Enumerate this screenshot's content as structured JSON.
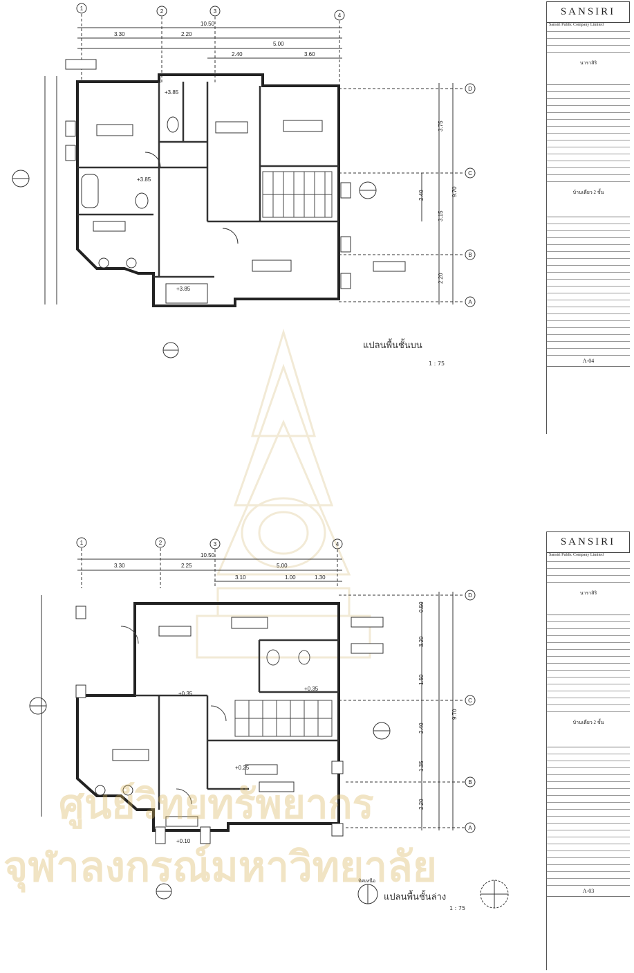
{
  "watermarks": {
    "center_text": "ศูนย์วิทยทรัพยากร",
    "university_text": "จุฬาลงกรณ์มหาวิทยาลัย"
  },
  "upper_sheet": {
    "title": "แปลนพื้นชั้นบน",
    "scale": "1 : 75",
    "grid_axes_x": [
      "1",
      "2",
      "3",
      "4"
    ],
    "grid_axes_y": [
      "D",
      "C",
      "B",
      "A"
    ],
    "dims_top": [
      "3.30",
      "2.20",
      "5.00",
      "10.50",
      "2.40",
      "3.60"
    ],
    "dims_right": [
      "3.75",
      "2.40",
      "3.15",
      "2.20",
      "9.70"
    ],
    "level_marks": [
      "+3.85",
      "+3.85",
      "+3.85"
    ],
    "title_block": {
      "brand": "SANSIRI",
      "company": "Sansiri Public Company Limited",
      "owner": "นาราสิริ",
      "project": "บ้านเดี่ยว 2 ชั้น",
      "sheet_no": "A-04"
    }
  },
  "lower_sheet": {
    "title": "แปลนพื้นชั้นล่าง",
    "scale": "1 : 75",
    "grid_axes_x": [
      "1",
      "2",
      "3",
      "4"
    ],
    "grid_axes_y": [
      "D",
      "C",
      "B",
      "A"
    ],
    "dims_top": [
      "3.30",
      "2.25",
      "5.00",
      "3.10",
      "1.00",
      "1.30",
      "10.50"
    ],
    "dims_right": [
      "0.50",
      "3.20",
      "1.50",
      "2.40",
      "1.35",
      "2.20",
      "9.70"
    ],
    "level_marks": [
      "+0.35",
      "+0.35",
      "+0.25",
      "+0.10"
    ],
    "north_label": "ทิศเหนือ",
    "title_block": {
      "brand": "SANSIRI",
      "company": "Sansiri Public Company Limited",
      "owner": "นาราสิริ",
      "project": "บ้านเดี่ยว 2 ชั้น",
      "sheet_no": "A-03"
    }
  }
}
